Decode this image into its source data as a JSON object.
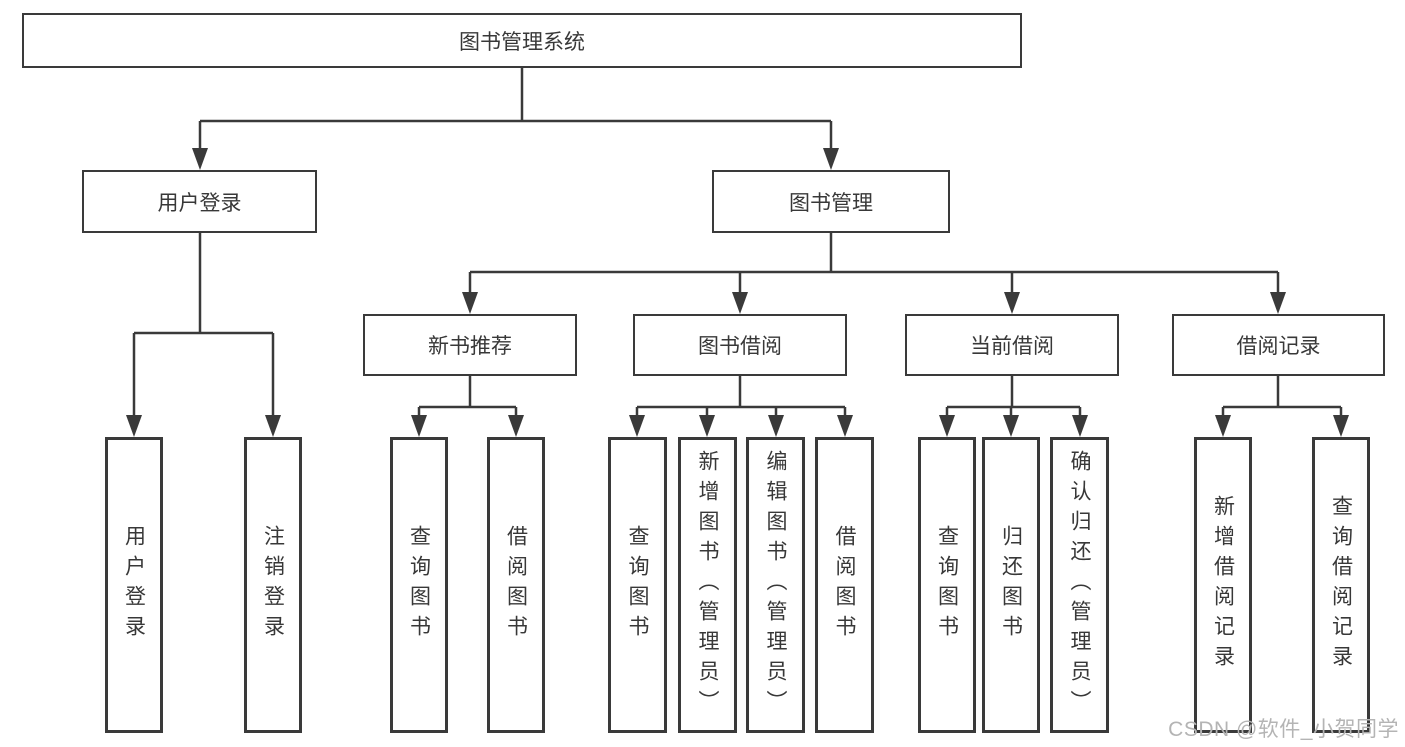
{
  "colors": {
    "line": "#3a3a3a",
    "text": "#383838",
    "watermark": "#b4b4b4",
    "box_bg": "#ffffff"
  },
  "root": {
    "label": "图书管理系统"
  },
  "branches": [
    {
      "label": "用户登录",
      "children": [
        {
          "label": "用户登录"
        },
        {
          "label": "注销登录"
        }
      ]
    },
    {
      "label": "图书管理",
      "children": [
        {
          "label": "新书推荐",
          "children": [
            {
              "label": "查询图书"
            },
            {
              "label": "借阅图书"
            }
          ]
        },
        {
          "label": "图书借阅",
          "children": [
            {
              "label": "查询图书"
            },
            {
              "label": "新增图书（管理员）"
            },
            {
              "label": "编辑图书（管理员）"
            },
            {
              "label": "借阅图书"
            }
          ]
        },
        {
          "label": "当前借阅",
          "children": [
            {
              "label": "查询图书"
            },
            {
              "label": "归还图书"
            },
            {
              "label": "确认归还（管理员）"
            }
          ]
        },
        {
          "label": "借阅记录",
          "children": [
            {
              "label": "新增借阅记录"
            },
            {
              "label": "查询借阅记录"
            }
          ]
        }
      ]
    }
  ],
  "watermark": {
    "text": "CSDN @软件_小贺同学"
  }
}
